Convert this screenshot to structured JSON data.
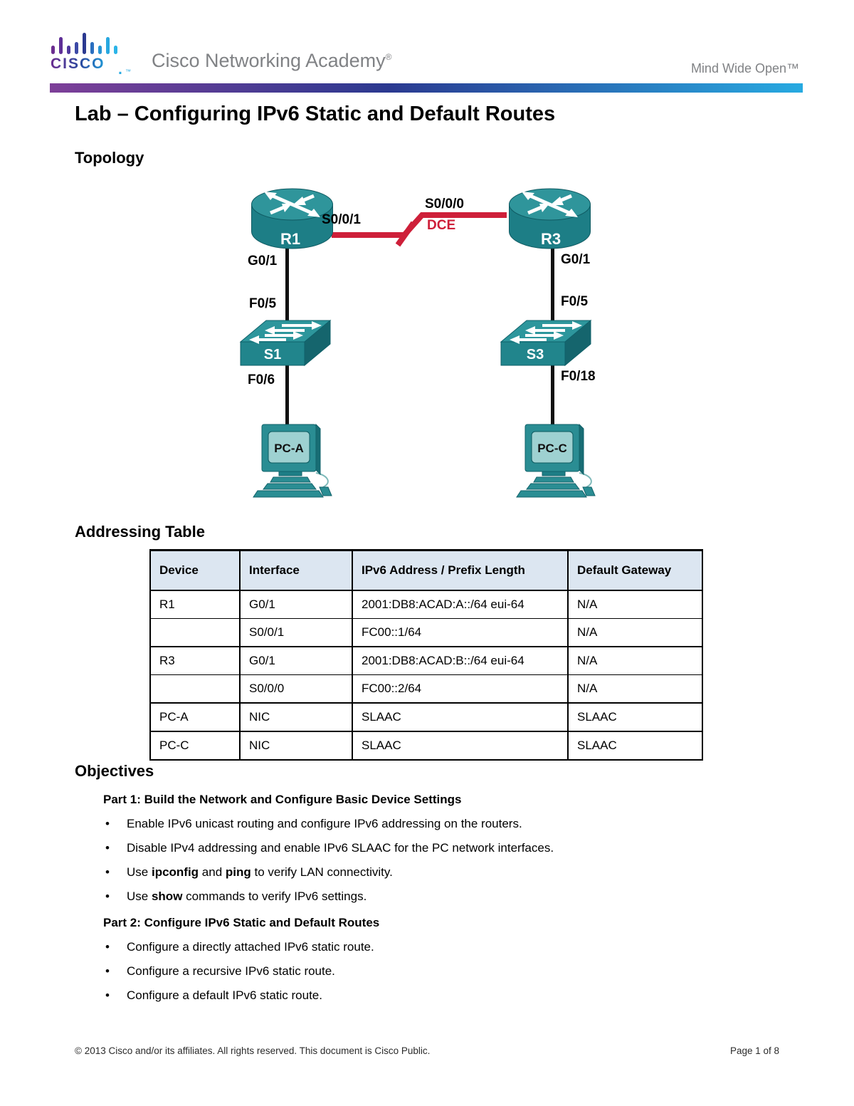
{
  "header": {
    "logo": {
      "word": "CISCO",
      "dot": ".",
      "trademark": "™"
    },
    "brand": "Cisco Networking Academy",
    "brand_reg": "®",
    "tagline": "Mind Wide Open™"
  },
  "title": "Lab – Configuring IPv6 Static and Default Routes",
  "topology": {
    "heading": "Topology",
    "devices": {
      "r1": "R1",
      "r3": "R3",
      "s1": "S1",
      "s3": "S3",
      "pca": "PC-A",
      "pcc": "PC-C"
    },
    "interface_labels": {
      "r1_serial": "S0/0/1",
      "r3_serial": "S0/0/0",
      "dce": "DCE",
      "r1_lan": "G0/1",
      "r3_lan": "G0/1",
      "s1_uplink": "F0/5",
      "s3_uplink": "F0/5",
      "s1_pc": "F0/6",
      "s3_pc": "F0/18"
    }
  },
  "addressing_table": {
    "heading": "Addressing Table",
    "headers": [
      "Device",
      "Interface",
      "IPv6 Address / Prefix Length",
      "Default Gateway"
    ],
    "rows": [
      {
        "device": "R1",
        "interface": "G0/1",
        "address": "2001:DB8:ACAD:A::/64 eui-64",
        "gateway": "N/A",
        "subrow": false
      },
      {
        "device": "",
        "interface": "S0/0/1",
        "address": "FC00::1/64",
        "gateway": "N/A",
        "subrow": true
      },
      {
        "device": "R3",
        "interface": "G0/1",
        "address": "2001:DB8:ACAD:B::/64 eui-64",
        "gateway": "N/A",
        "subrow": false
      },
      {
        "device": "",
        "interface": "S0/0/0",
        "address": "FC00::2/64",
        "gateway": "N/A",
        "subrow": true
      },
      {
        "device": "PC-A",
        "interface": "NIC",
        "address": "SLAAC",
        "gateway": "SLAAC",
        "subrow": false
      },
      {
        "device": "PC-C",
        "interface": "NIC",
        "address": "SLAAC",
        "gateway": "SLAAC",
        "subrow": false
      }
    ]
  },
  "objectives": {
    "heading": "Objectives",
    "parts": [
      {
        "title": "Part 1: Build the Network and Configure Basic Device Settings",
        "bullets": [
          [
            {
              "text": "Enable IPv6 unicast routing and configure IPv6 addressing on the routers.",
              "bold": false
            }
          ],
          [
            {
              "text": "Disable IPv4 addressing and enable IPv6 SLAAC for the PC network interfaces.",
              "bold": false
            }
          ],
          [
            {
              "text": "Use ",
              "bold": false
            },
            {
              "text": "ipconfig",
              "bold": true
            },
            {
              "text": " and ",
              "bold": false
            },
            {
              "text": "ping",
              "bold": true
            },
            {
              "text": " to verify LAN connectivity.",
              "bold": false
            }
          ],
          [
            {
              "text": "Use ",
              "bold": false
            },
            {
              "text": "show",
              "bold": true
            },
            {
              "text": " commands to verify IPv6 settings.",
              "bold": false
            }
          ]
        ]
      },
      {
        "title": "Part 2: Configure IPv6 Static and Default Routes",
        "bullets": [
          [
            {
              "text": "Configure a directly attached IPv6 static route.",
              "bold": false
            }
          ],
          [
            {
              "text": "Configure a recursive IPv6 static route.",
              "bold": false
            }
          ],
          [
            {
              "text": "Configure a default IPv6 static route.",
              "bold": false
            }
          ]
        ]
      }
    ]
  },
  "footer": {
    "left": "© 2013 Cisco and/or its affiliates. All rights reserved. This document is Cisco Public.",
    "right": "Page 1 of 8"
  },
  "colors": {
    "accent_red": "#ce1f39",
    "device_teal": "#2a8d93",
    "table_header_bg": "#dce6f1",
    "brand_gray": "#808285",
    "gradient": [
      "#7d3f98",
      "#2b3990",
      "#27aae1"
    ]
  }
}
